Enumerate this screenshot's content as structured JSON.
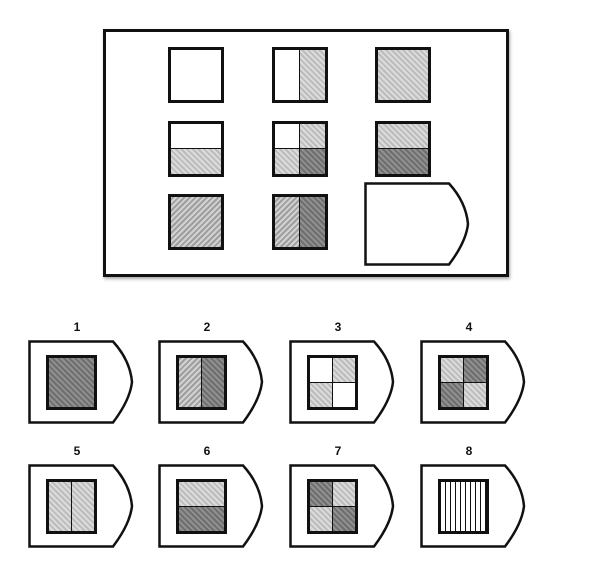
{
  "matrix": {
    "cells": [
      {
        "layout": "full",
        "fills": [
          "W"
        ]
      },
      {
        "layout": "vsplit",
        "fills": [
          "W",
          "L"
        ]
      },
      {
        "layout": "full",
        "fills": [
          "L"
        ]
      },
      {
        "layout": "hsplit",
        "fills": [
          "W",
          "L"
        ]
      },
      {
        "layout": "quad",
        "fills": [
          "W",
          "L",
          "L",
          "D"
        ]
      },
      {
        "layout": "hsplit",
        "fills": [
          "L",
          "D"
        ]
      },
      {
        "layout": "full",
        "fills": [
          "M"
        ]
      },
      {
        "layout": "vsplit",
        "fills": [
          "M",
          "D"
        ]
      },
      null
    ]
  },
  "options": [
    {
      "label": "1",
      "layout": "full",
      "fills": [
        "D"
      ]
    },
    {
      "label": "2",
      "layout": "vsplit",
      "fills": [
        "M",
        "D"
      ]
    },
    {
      "label": "3",
      "layout": "quad",
      "fills": [
        "W",
        "L",
        "L",
        "W"
      ]
    },
    {
      "label": "4",
      "layout": "quad",
      "fills": [
        "L",
        "D",
        "D",
        "L"
      ]
    },
    {
      "label": "5",
      "layout": "vsplit",
      "fills": [
        "L",
        "L"
      ]
    },
    {
      "label": "6",
      "layout": "hsplit",
      "fills": [
        "L",
        "D"
      ]
    },
    {
      "label": "7",
      "layout": "quad",
      "fills": [
        "D",
        "L",
        "L",
        "D"
      ]
    },
    {
      "label": "8",
      "layout": "full",
      "fills": [
        "S"
      ]
    }
  ]
}
